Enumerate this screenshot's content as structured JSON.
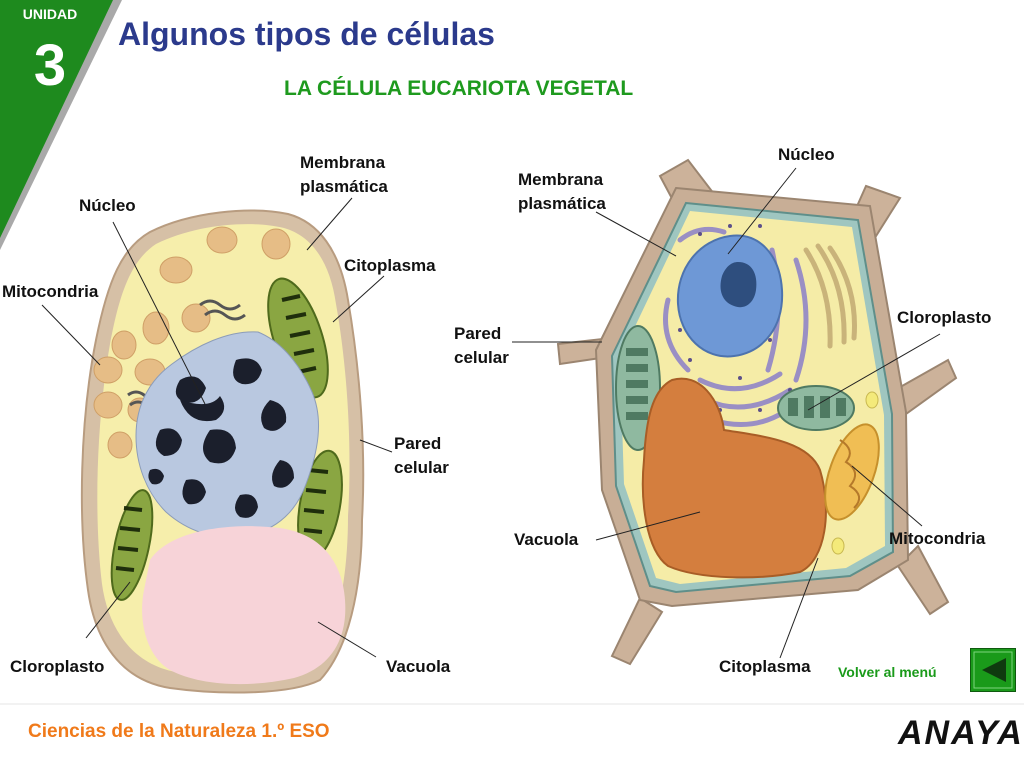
{
  "header": {
    "unit_label": "UNIDAD",
    "unit_number": "3",
    "title": "Algunos tipos de células",
    "subtitle": "LA CÉLULA EUCARIOTA VEGETAL"
  },
  "micrograph_labels": {
    "membrana": "Membrana\nplasmática",
    "nucleo": "Núcleo",
    "citoplasma": "Citoplasma",
    "mitocondria": "Mitocondria",
    "pared": "Pared\ncelular",
    "cloroplasto": "Cloroplasto",
    "vacuola": "Vacuola"
  },
  "illustration_labels": {
    "nucleo": "Núcleo",
    "membrana": "Membrana\nplasmática",
    "cloroplasto": "Cloroplasto",
    "pared": "Pared\ncelular",
    "vacuola": "Vacuola",
    "mitocondria": "Mitocondria",
    "citoplasma": "Citoplasma"
  },
  "footer": {
    "text": "Ciencias de la Naturaleza 1.º ESO",
    "back_label": "Volver al menú",
    "logo": "ANAYA"
  },
  "colors": {
    "unit_badge": "#1e8a1e",
    "title": "#2b3a8c",
    "subtitle": "#1e9a1e",
    "footer_text": "#f07a1a",
    "back_button": "#1a9a1a"
  }
}
